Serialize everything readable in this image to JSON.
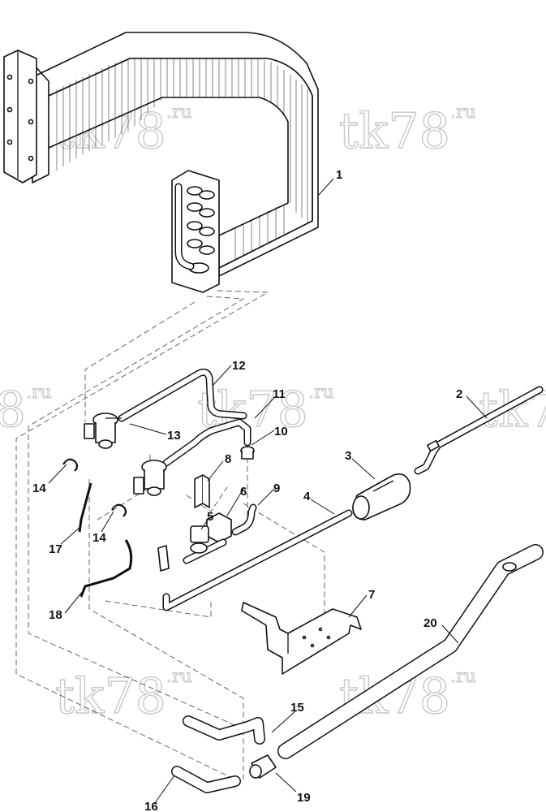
{
  "watermark": {
    "main": "tk78",
    "suffix": ".ru"
  },
  "callouts": [
    {
      "id": "1",
      "label": "1"
    },
    {
      "id": "2",
      "label": "2"
    },
    {
      "id": "3",
      "label": "3"
    },
    {
      "id": "4",
      "label": "4"
    },
    {
      "id": "5",
      "label": "5"
    },
    {
      "id": "6",
      "label": "6"
    },
    {
      "id": "7",
      "label": "7"
    },
    {
      "id": "8",
      "label": "8"
    },
    {
      "id": "9",
      "label": "9"
    },
    {
      "id": "10",
      "label": "10"
    },
    {
      "id": "11",
      "label": "11"
    },
    {
      "id": "12",
      "label": "12"
    },
    {
      "id": "13",
      "label": "13"
    },
    {
      "id": "14a",
      "label": "14"
    },
    {
      "id": "14b",
      "label": "14"
    },
    {
      "id": "15",
      "label": "15"
    },
    {
      "id": "16",
      "label": "16"
    },
    {
      "id": "17",
      "label": "17"
    },
    {
      "id": "18",
      "label": "18"
    },
    {
      "id": "19",
      "label": "19"
    },
    {
      "id": "20",
      "label": "20"
    }
  ],
  "colors": {
    "ink": "#111111",
    "watermark": "#c8c8c8",
    "background": "#ffffff"
  }
}
